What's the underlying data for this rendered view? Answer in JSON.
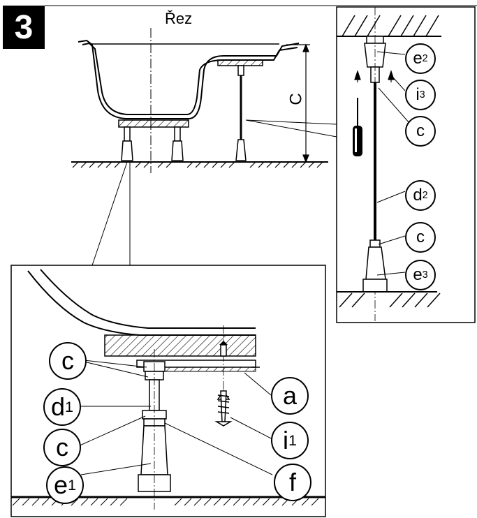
{
  "step_number": "3",
  "section_title": "Řez",
  "dimension_label": "C",
  "labels": {
    "e2": {
      "main": "e",
      "sub": "2"
    },
    "i3": {
      "main": "i",
      "sub": "3"
    },
    "c_right_top": {
      "main": "c",
      "sub": ""
    },
    "d2": {
      "main": "d",
      "sub": "2"
    },
    "c_right_bottom": {
      "main": "c",
      "sub": ""
    },
    "e3": {
      "main": "e",
      "sub": "3"
    },
    "c_detail_top": {
      "main": "c",
      "sub": ""
    },
    "d1": {
      "main": "d",
      "sub": "1"
    },
    "c_detail_mid": {
      "main": "c",
      "sub": ""
    },
    "e1": {
      "main": "e",
      "sub": "1"
    },
    "a": {
      "main": "a",
      "sub": ""
    },
    "i1": {
      "main": "i",
      "sub": "1"
    },
    "f": {
      "main": "f",
      "sub": ""
    }
  }
}
